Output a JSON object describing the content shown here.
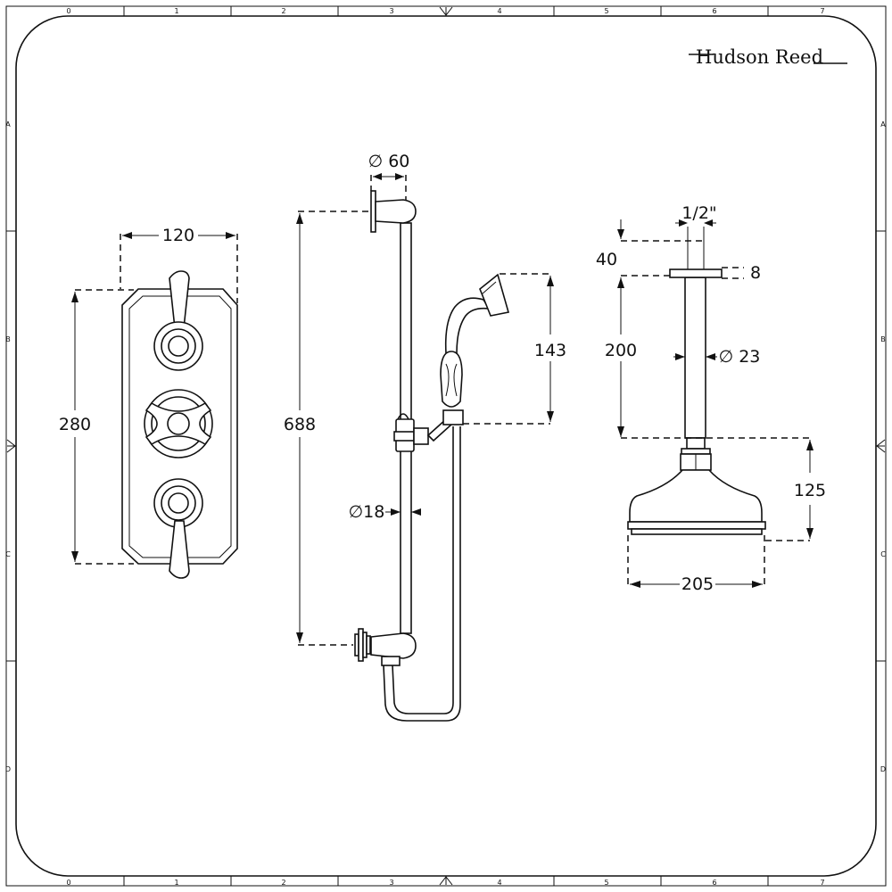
{
  "brand": {
    "name": "Hudson Reed"
  },
  "frame": {
    "columns": [
      "0",
      "1",
      "2",
      "3",
      "4",
      "5",
      "6",
      "7"
    ],
    "rows": [
      "A",
      "B",
      "C",
      "D"
    ]
  },
  "dimensions": {
    "valve_width": "120",
    "valve_height": "280",
    "rail_height": "688",
    "rail_bracket_diameter": "∅ 60",
    "rail_diameter": "∅18",
    "handset_height": "143",
    "arm_thread": "1/2\"",
    "arm_offset": "40",
    "flange_thickness": "8",
    "arm_length": "200",
    "arm_diameter": "∅ 23",
    "head_height": "125",
    "head_width": "205"
  }
}
